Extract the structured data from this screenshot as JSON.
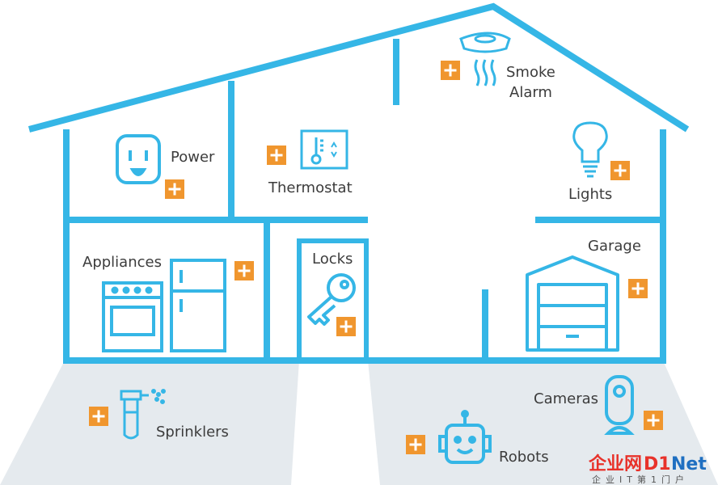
{
  "colors": {
    "structure": "#35b6e6",
    "add_button": "#f0962e",
    "ground": "#e5eaee",
    "label_text": "#3c3c3c",
    "watermark_red": "#e8322a",
    "watermark_blue": "#1f6fc1"
  },
  "labels": {
    "power": "Power",
    "smoke_line1": "Smoke",
    "smoke_line2": "Alarm",
    "thermostat": "Thermostat",
    "lights": "Lights",
    "appliances": "Appliances",
    "locks": "Locks",
    "garage": "Garage",
    "sprinklers": "Sprinklers",
    "cameras": "Cameras",
    "robots": "Robots"
  },
  "icons": {
    "power": "power-outlet-icon",
    "smoke": "smoke-alarm-icon",
    "thermostat": "thermostat-icon",
    "lights": "light-bulb-icon",
    "appliances": "oven-fridge-icon",
    "locks": "key-icon",
    "garage": "garage-door-icon",
    "sprinklers": "sprinkler-icon",
    "cameras": "camera-icon",
    "robots": "robot-icon",
    "add": "plus-icon"
  },
  "watermark": {
    "cn": "企业网",
    "d1": "D1",
    "net": "Net",
    "sub": "企业IT第1门户"
  }
}
